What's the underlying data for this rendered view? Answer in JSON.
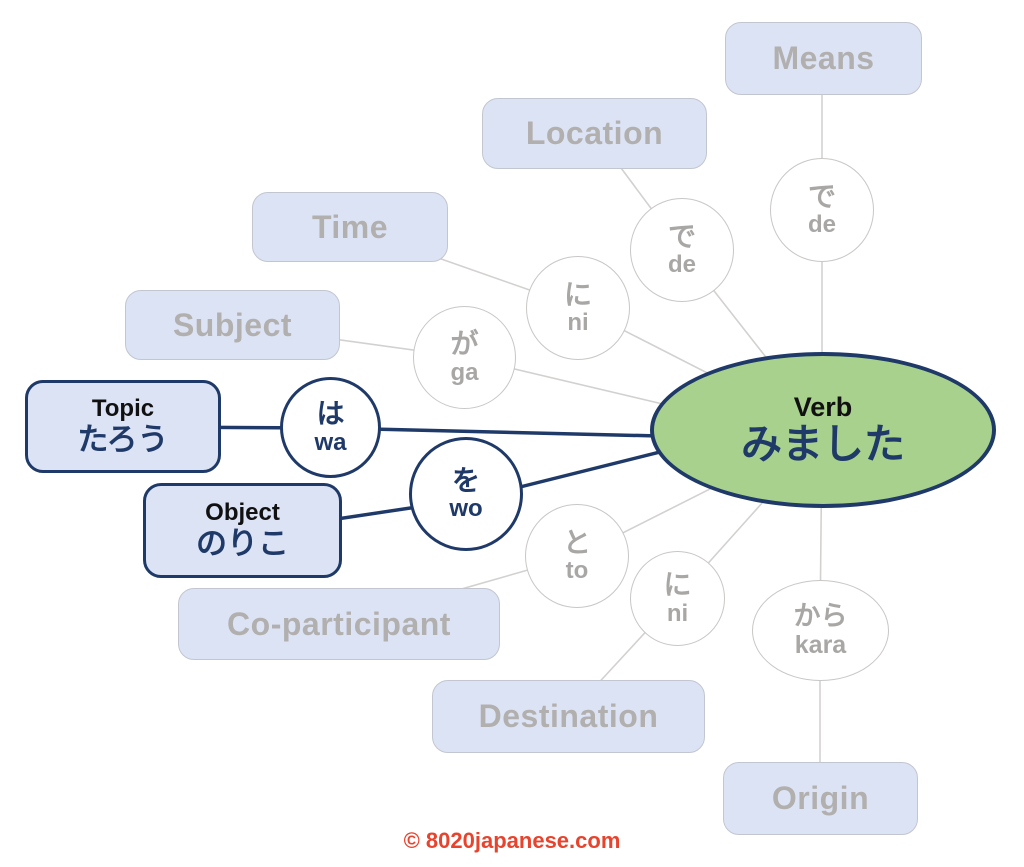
{
  "page": {
    "copyright": "© 8020japanese.com"
  },
  "colors": {
    "navy": "#1f3a68",
    "box_fill": "#dce3f4",
    "box_border": "#c2c6d0",
    "gray_text": "#b2b0af",
    "circle_text": "#a9a7a5",
    "circle_border": "#c9c7c6",
    "line_gray": "#d3d1d0",
    "verb_fill": "#a9d18e",
    "copyright": "#e8432d"
  },
  "verb": {
    "label": "Verb",
    "word": "みました"
  },
  "roles": {
    "means": {
      "label": "Means"
    },
    "location": {
      "label": "Location"
    },
    "time": {
      "label": "Time"
    },
    "subject": {
      "label": "Subject"
    },
    "co_participant": {
      "label": "Co-participant"
    },
    "destination": {
      "label": "Destination"
    },
    "origin": {
      "label": "Origin"
    },
    "topic": {
      "label": "Topic",
      "word": "たろう"
    },
    "object": {
      "label": "Object",
      "word": "のりこ"
    }
  },
  "particles": {
    "de_means": {
      "kana": "で",
      "romaji": "de"
    },
    "de_location": {
      "kana": "で",
      "romaji": "de"
    },
    "ni_time": {
      "kana": "に",
      "romaji": "ni"
    },
    "ga_subject": {
      "kana": "が",
      "romaji": "ga"
    },
    "wa_topic": {
      "kana": "は",
      "romaji": "wa"
    },
    "wo_object": {
      "kana": "を",
      "romaji": "wo"
    },
    "to_co_participant": {
      "kana": "と",
      "romaji": "to"
    },
    "ni_destination": {
      "kana": "に",
      "romaji": "ni"
    },
    "kara_origin": {
      "kana": "から",
      "romaji": "kara"
    }
  }
}
